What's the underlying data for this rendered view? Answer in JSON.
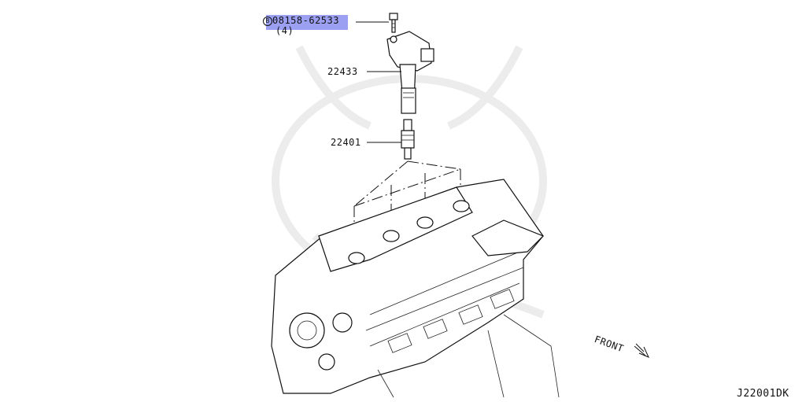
{
  "callouts": {
    "bolt": {
      "symbol": "B",
      "part_number": "08158-62533",
      "quantity": "(4)"
    },
    "coil": {
      "part_number": "22433"
    },
    "spark_plug": {
      "part_number": "22401"
    }
  },
  "direction_label": "FRONT",
  "diagram_code": "J22001DK",
  "colors": {
    "highlight": "#8b8ff0",
    "lines": "#111111",
    "background": "#ffffff"
  }
}
